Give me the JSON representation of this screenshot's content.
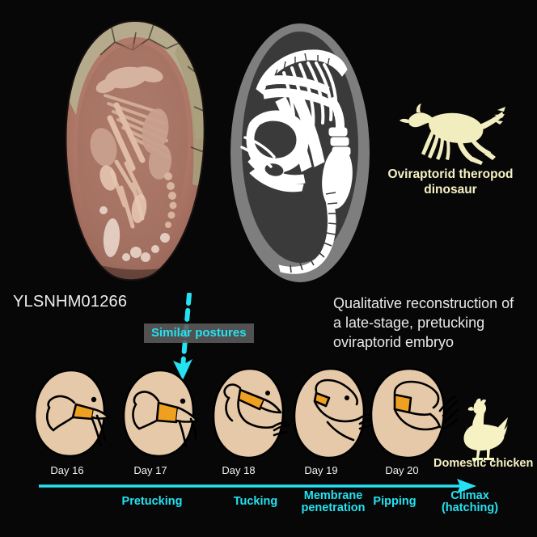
{
  "background_color": "#070707",
  "colors": {
    "cyan": "#25E2F2",
    "pale_yellow": "#F7F2C4",
    "white_text": "#EDEDED",
    "egg_tan": "#E5C9A8",
    "beak_orange": "#F0A020",
    "badge_gray": "#5C5C5C",
    "skeleton_outer_gray": "#7E7E7E",
    "skeleton_cavity_gray": "#3A3A3A",
    "bone_white": "#FFFFFF",
    "fossil_matrix": "#B0796A",
    "fossil_shell": "#B5AE8E"
  },
  "fossil": {
    "specimen_label": "YLSNHM01266",
    "icon": "fossil-egg-photo"
  },
  "skeleton": {
    "icon": "embryo-skeleton-diagram"
  },
  "dinosaur": {
    "icon": "oviraptorid-silhouette",
    "label_line1": "Oviraptorid theropod",
    "label_line2": "dinosaur"
  },
  "reconstruction_caption": {
    "line1": "Qualitative reconstruction of",
    "line2": "a late-stage, pretucking",
    "line3": "oviraptorid embryo"
  },
  "similar_postures": {
    "label": "Similar postures",
    "icon": "dashed-down-arrow"
  },
  "chicken": {
    "icon": "chicken-silhouette",
    "label": "Domestic chicken"
  },
  "timeline": {
    "arrow_icon": "right-arrow",
    "days": [
      {
        "label": "Day 16",
        "icon": "chicken-embryo-day16"
      },
      {
        "label": "Day 17",
        "icon": "chicken-embryo-day17"
      },
      {
        "label": "Day 18",
        "icon": "chicken-embryo-day18"
      },
      {
        "label": "Day 19",
        "icon": "chicken-embryo-day19"
      },
      {
        "label": "Day 20",
        "icon": "chicken-embryo-day20"
      }
    ],
    "stages": [
      {
        "line1": "Pretucking",
        "line2": ""
      },
      {
        "line1": "Tucking",
        "line2": ""
      },
      {
        "line1": "Membrane",
        "line2": "penetration"
      },
      {
        "line1": "Pipping",
        "line2": ""
      },
      {
        "line1": "Climax",
        "line2": "(hatching)"
      }
    ]
  }
}
